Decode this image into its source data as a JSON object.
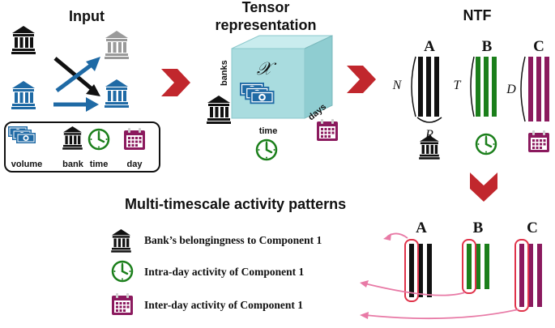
{
  "input": {
    "title": "Input",
    "legend": [
      "volume",
      "bank",
      "time",
      "day"
    ]
  },
  "tensor": {
    "title_line1": "Tensor",
    "title_line2": "representation",
    "symbol": "𝒳",
    "axis_banks": "banks",
    "axis_time": "time",
    "axis_days": "days"
  },
  "ntf": {
    "title": "NTF",
    "factors": [
      {
        "letter": "A",
        "dim": "N",
        "color": "#111111"
      },
      {
        "letter": "B",
        "dim": "T",
        "color": "#1b7f1b"
      },
      {
        "letter": "C",
        "dim": "D",
        "color": "#8b1a5e"
      }
    ],
    "rank": "R"
  },
  "patterns": {
    "title": "Multi-timescale activity patterns",
    "items": [
      "Bank’s belongingness to Component 1",
      "Intra-day activity of Component 1",
      "Inter-day activity of Component 1"
    ],
    "letters": [
      "A",
      "B",
      "C"
    ]
  },
  "colors": {
    "bank_blue": "#1f6aa5",
    "bank_gray": "#9a9a9a",
    "arrow_red": "#c1272d",
    "highlight": "#e0334a",
    "link_pink": "#e87aa6",
    "tensor_face": "#a9dcdf"
  }
}
